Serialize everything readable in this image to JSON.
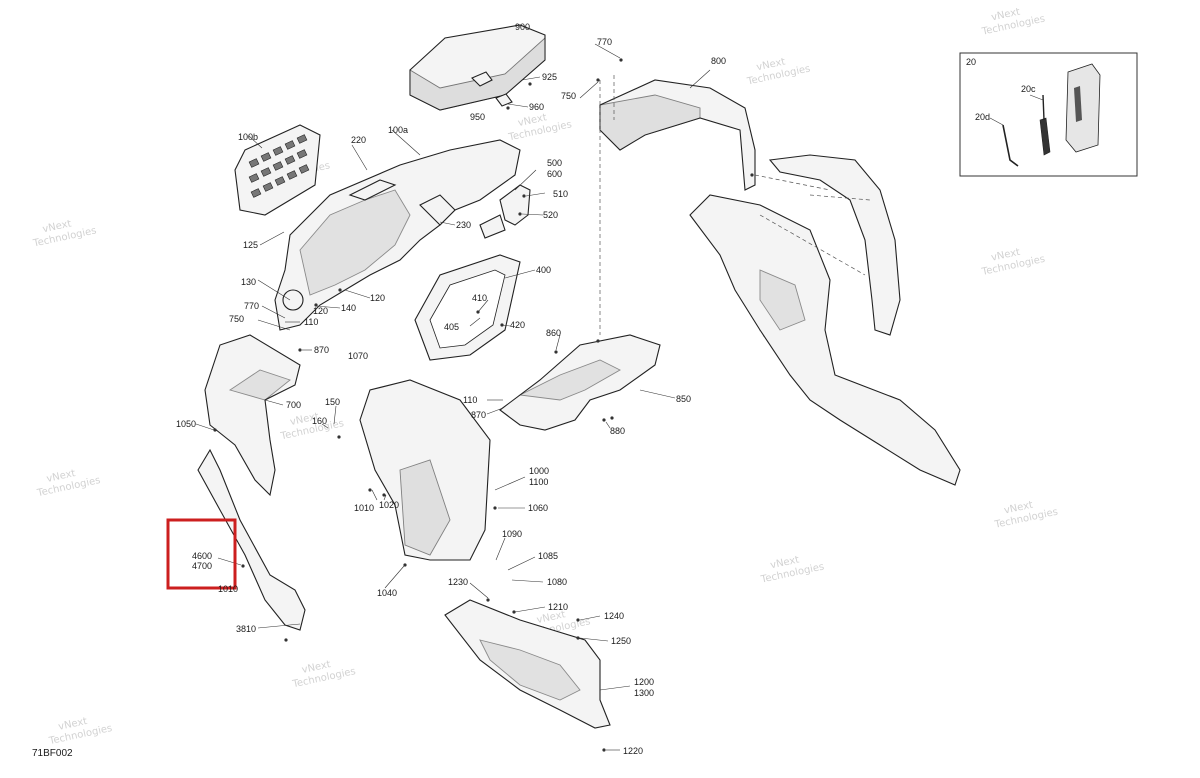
{
  "diagram_code": "71BF002",
  "watermark_line1": "vNext",
  "watermark_line2": "Technologies",
  "callouts": {
    "c900": "900",
    "c925": "925",
    "c960": "960",
    "c950": "950",
    "c770a": "770",
    "c750a": "750",
    "c800": "800",
    "c100b": "100b",
    "c100a": "100a",
    "c220": "220",
    "c500": "500",
    "c600": "600",
    "c510": "510",
    "c520": "520",
    "c230": "230",
    "c125": "125",
    "c400": "400",
    "c130": "130",
    "c770b": "770",
    "c750b": "750",
    "c140": "140",
    "c120a": "120",
    "c120b": "120",
    "c110a": "110",
    "c870a": "870",
    "c410": "410",
    "c405": "405",
    "c420": "420",
    "c860": "860",
    "c850": "850",
    "c110b": "110",
    "c870b": "870",
    "c880": "880",
    "c1070": "1070",
    "c700": "700",
    "c1050": "1050",
    "c150": "150",
    "c160": "160",
    "c1000": "1000",
    "c1100": "1100",
    "c1060": "1060",
    "c1010": "1010",
    "c1020": "1020",
    "c1090": "1090",
    "c1085": "1085",
    "c1080": "1080",
    "c4600": "4600",
    "c4700": "4700",
    "c1040": "1040",
    "c1230": "1230",
    "c1210": "1210",
    "c1240": "1240",
    "c1250": "1250",
    "c1200": "1200",
    "c1300": "1300",
    "c1220": "1220",
    "c3810": "3810",
    "c1010b": "1010",
    "c20": "20",
    "c20c": "20c",
    "c20d": "20d"
  }
}
